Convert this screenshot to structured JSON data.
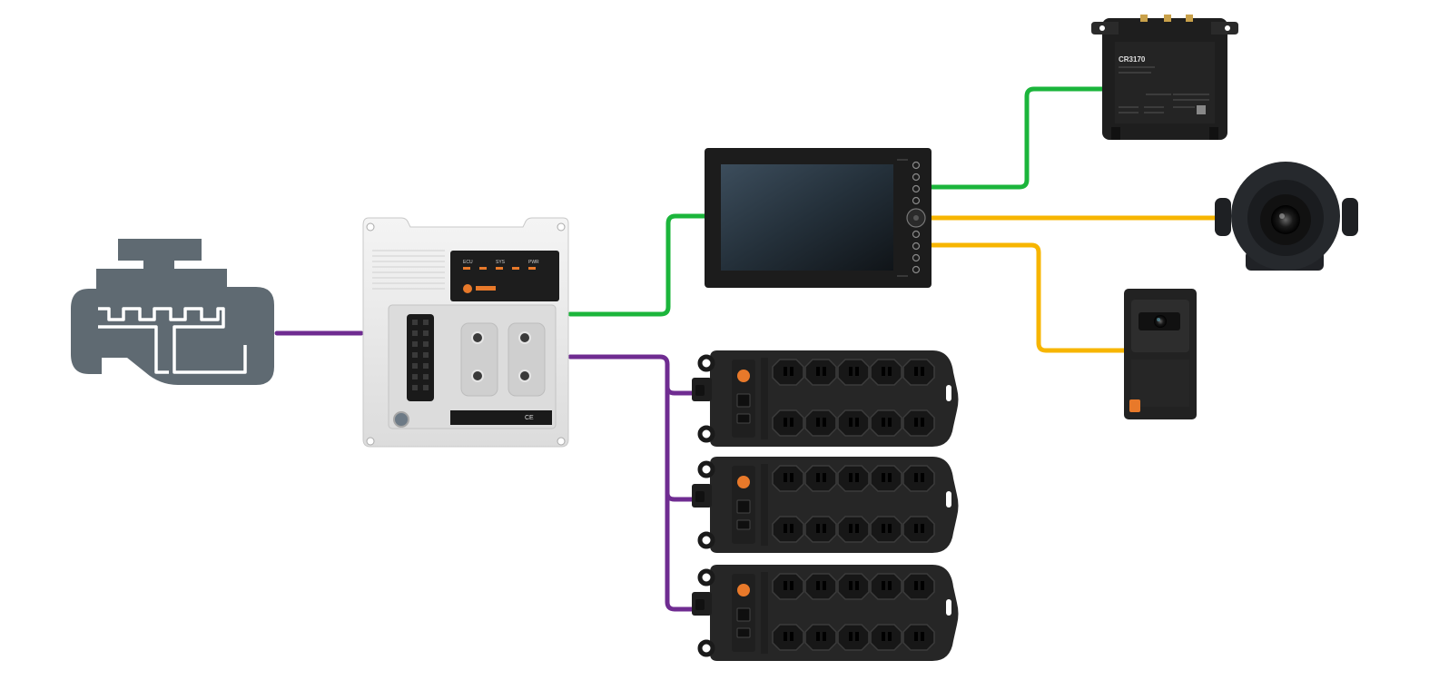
{
  "colors": {
    "can_bus": "#6f2c91",
    "ethernet": "#1bb53b",
    "video": "#f7b500",
    "engine_icon": "#5f6a72",
    "device_body": "#2b2b2b",
    "controller_body": "#e8e8e8",
    "brand_orange": "#e8792a"
  },
  "labels": {
    "gateway_model": "CR3170"
  },
  "icons": {
    "engine": "engine-icon",
    "controller": "mobile-controller",
    "display": "hmi-display",
    "gateway": "telematics-gateway",
    "camera": "camera",
    "sensor": "vision-sensor",
    "io_module": "io-module"
  }
}
